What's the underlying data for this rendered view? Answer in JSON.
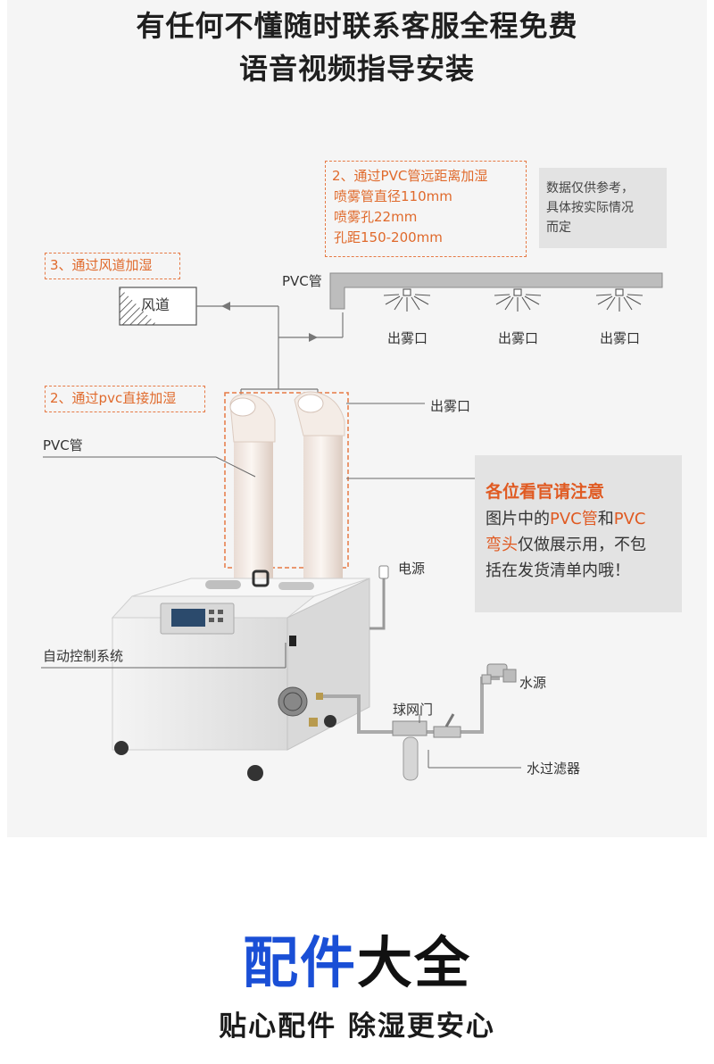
{
  "header": {
    "line1": "有任何不懂随时联系客服全程免费",
    "line2": "语音视频指导安装"
  },
  "notes": {
    "pvc_remote": {
      "l1": "2、通过PVC管远距离加湿",
      "l2": "喷雾管直径110mm",
      "l3": "喷雾孔22mm",
      "l4": "孔距150-200mm"
    },
    "duct": "3、通过风道加湿",
    "direct": "2、通过pvc直接加湿"
  },
  "disclaimer": {
    "l1": "数据仅供参考，",
    "l2": "具体按实际情况",
    "l3": "而定"
  },
  "labels": {
    "duct_box": "风道",
    "pvc_pipe_top": "PVC管",
    "outlet": "出雾口",
    "outlet_side": "出雾口",
    "pvc_pipe_left": "PVC管",
    "power": "电源",
    "auto_control": "自动控制系统",
    "water_source": "水源",
    "ball_valve": "球网门",
    "water_filter": "水过滤器"
  },
  "tip": {
    "title": "各位看官请注意",
    "t1": "图片中的",
    "h1": "PVC管",
    "t2": "和",
    "h2": "PVC",
    "h3": "弯头",
    "t3": "仅做展示用，不包",
    "t4": "括在发货清单内哦！"
  },
  "section": {
    "title_blue": "配件",
    "title_black": "大全",
    "subtitle": "贴心配件 除湿更安心"
  },
  "colors": {
    "orange": "#e05a22",
    "blue": "#1a4fd6",
    "dark": "#1a1a1a"
  }
}
